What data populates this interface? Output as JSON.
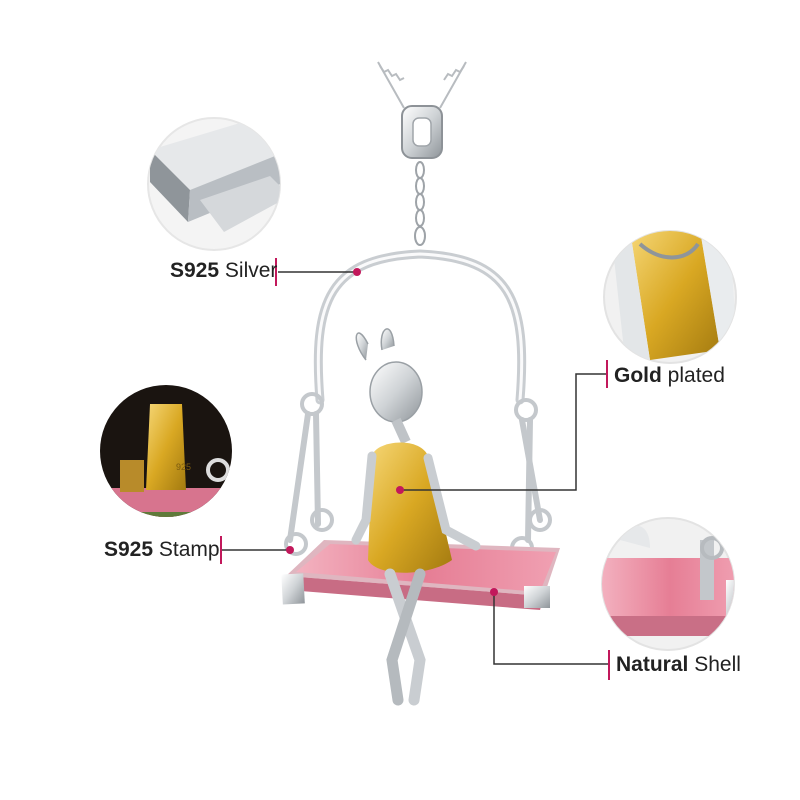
{
  "colors": {
    "silver": "#d9dcdf",
    "silver_dark": "#9ea3a8",
    "gold": "#d8a821",
    "gold_light": "#f3cf5a",
    "shell": "#e98aa0",
    "shell_light": "#f6b7c3",
    "leader": "#333333",
    "dot": "#c2185b"
  },
  "callouts": {
    "silver": {
      "bold": "S925",
      "light": "Silver"
    },
    "gold": {
      "bold": "Gold",
      "light": "plated"
    },
    "stamp": {
      "bold": "S925",
      "light": "Stamp"
    },
    "shell": {
      "bold": "Natural",
      "light": "Shell"
    }
  },
  "stamp_mark": "925"
}
